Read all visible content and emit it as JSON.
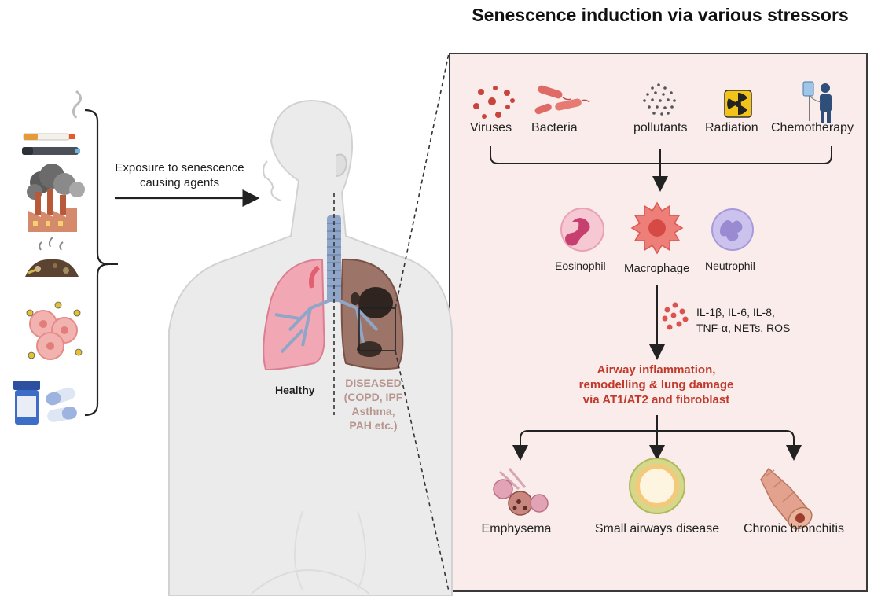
{
  "title": "Senescence induction via various stressors",
  "left": {
    "exposure_label_line1": "Exposure to senescence",
    "exposure_label_line2": "causing agents",
    "agent_icons": [
      "cigarette-icon",
      "factory-smoke-icon",
      "waste-pile-icon",
      "damaged-cells-icon",
      "pill-bottle-icon"
    ]
  },
  "body": {
    "healthy_label": "Healthy",
    "diseased_label_line1": "DISEASED",
    "diseased_label_line2": "(COPD, IPF",
    "diseased_label_line3": "Asthma,",
    "diseased_label_line4": "PAH etc.)"
  },
  "panel": {
    "stressors": [
      {
        "label": "Viruses",
        "icon": "virus-icon"
      },
      {
        "label": "Bacteria",
        "icon": "bacteria-icon"
      },
      {
        "label": "pollutants",
        "icon": "pollutant-particles-icon"
      },
      {
        "label": "Radiation",
        "icon": "radiation-icon"
      },
      {
        "label": "Chemotherapy",
        "icon": "chemotherapy-icon"
      }
    ],
    "cells": [
      {
        "label": "Eosinophil",
        "icon": "eosinophil-icon"
      },
      {
        "label": "Macrophage",
        "icon": "macrophage-icon"
      },
      {
        "label": "Neutrophil",
        "icon": "neutrophil-icon"
      }
    ],
    "cytokines_line1": "IL-1β, IL-6, IL-8,",
    "cytokines_line2": "TNF-α, NETs, ROS",
    "inflammation_line1": "Airway inflammation,",
    "inflammation_line2": "remodelling & lung damage",
    "inflammation_line3": "via AT1/AT2 and fibroblast",
    "outcomes": [
      {
        "label": "Emphysema",
        "icon": "emphysema-icon"
      },
      {
        "label": "Small airways disease",
        "icon": "small-airway-icon"
      },
      {
        "label": "Chronic bronchitis",
        "icon": "bronchitis-icon"
      }
    ]
  },
  "colors": {
    "panel_bg": "#f9ecea",
    "inflammation_text": "#c0392b",
    "diseased_text": "#b8968f",
    "healthy_lung": "#f2a7b5",
    "diseased_lung": "#9c7468",
    "trachea": "#8fa6c8"
  }
}
